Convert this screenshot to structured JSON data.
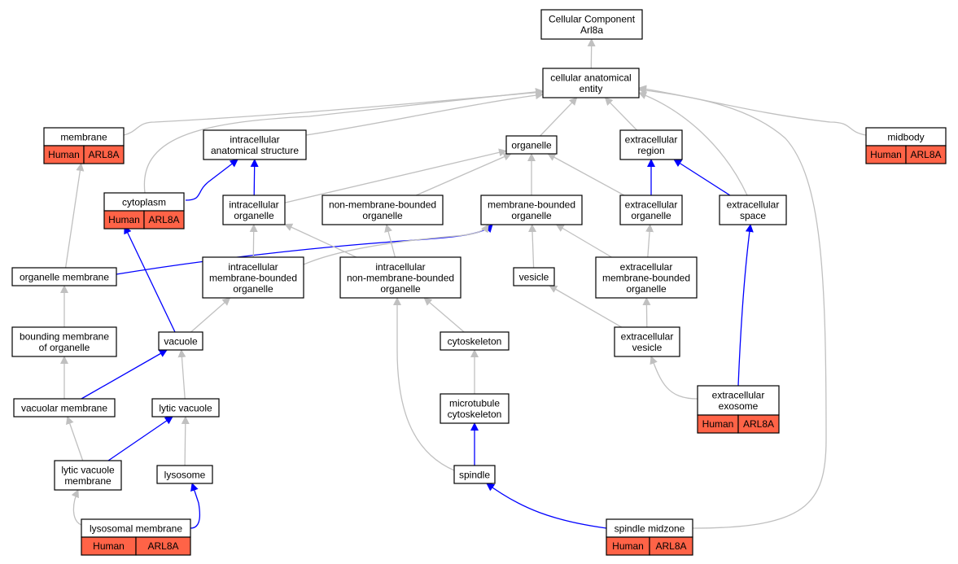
{
  "colors": {
    "gray_edge": "#c0c0c0",
    "blue_edge": "#0000ff",
    "annotation_fill": "#ff6347"
  },
  "nodes": {
    "root": {
      "lines": [
        "Cellular Component",
        "Arl8a"
      ]
    },
    "cellular_anatomical_entity": {
      "lines": [
        "cellular anatomical",
        "entity"
      ]
    },
    "membrane": {
      "lines": [
        "membrane"
      ],
      "annotation": [
        "Human",
        "ARL8A"
      ]
    },
    "intracellular_anatomical_structure": {
      "lines": [
        "intracellular",
        "anatomical structure"
      ]
    },
    "organelle": {
      "lines": [
        "organelle"
      ]
    },
    "extracellular_region": {
      "lines": [
        "extracellular",
        "region"
      ]
    },
    "midbody": {
      "lines": [
        "midbody"
      ],
      "annotation": [
        "Human",
        "ARL8A"
      ]
    },
    "cytoplasm": {
      "lines": [
        "cytoplasm"
      ],
      "annotation": [
        "Human",
        "ARL8A"
      ]
    },
    "intracellular_organelle": {
      "lines": [
        "intracellular",
        "organelle"
      ]
    },
    "non_membrane_bounded_organelle": {
      "lines": [
        "non-membrane-bounded",
        "organelle"
      ]
    },
    "membrane_bounded_organelle": {
      "lines": [
        "membrane-bounded",
        "organelle"
      ]
    },
    "extracellular_organelle": {
      "lines": [
        "extracellular",
        "organelle"
      ]
    },
    "extracellular_space": {
      "lines": [
        "extracellular",
        "space"
      ]
    },
    "organelle_membrane": {
      "lines": [
        "organelle membrane"
      ]
    },
    "intracellular_membrane_bounded_organelle": {
      "lines": [
        "intracellular",
        "membrane-bounded",
        "organelle"
      ]
    },
    "intracellular_non_membrane_bounded_organelle": {
      "lines": [
        "intracellular",
        "non-membrane-bounded",
        "organelle"
      ]
    },
    "vesicle": {
      "lines": [
        "vesicle"
      ]
    },
    "extracellular_membrane_bounded_organelle": {
      "lines": [
        "extracellular",
        "membrane-bounded",
        "organelle"
      ]
    },
    "bounding_membrane_of_organelle": {
      "lines": [
        "bounding membrane",
        "of organelle"
      ]
    },
    "vacuole": {
      "lines": [
        "vacuole"
      ]
    },
    "cytoskeleton": {
      "lines": [
        "cytoskeleton"
      ]
    },
    "extracellular_vesicle": {
      "lines": [
        "extracellular",
        "vesicle"
      ]
    },
    "vacuolar_membrane": {
      "lines": [
        "vacuolar membrane"
      ]
    },
    "lytic_vacuole": {
      "lines": [
        "lytic vacuole"
      ]
    },
    "microtubule_cytoskeleton": {
      "lines": [
        "microtubule",
        "cytoskeleton"
      ]
    },
    "extracellular_exosome": {
      "lines": [
        "extracellular",
        "exosome"
      ],
      "annotation": [
        "Human",
        "ARL8A"
      ]
    },
    "lytic_vacuole_membrane": {
      "lines": [
        "lytic vacuole",
        "membrane"
      ]
    },
    "lysosome": {
      "lines": [
        "lysosome"
      ]
    },
    "spindle": {
      "lines": [
        "spindle"
      ]
    },
    "lysosomal_membrane": {
      "lines": [
        "lysosomal membrane"
      ],
      "annotation": [
        "Human",
        "ARL8A"
      ]
    },
    "spindle_midzone": {
      "lines": [
        "spindle midzone"
      ],
      "annotation": [
        "Human",
        "ARL8A"
      ]
    }
  },
  "edges": [
    {
      "from": "cellular_anatomical_entity",
      "to": "root",
      "kind": "is_a"
    },
    {
      "from": "membrane",
      "to": "cellular_anatomical_entity",
      "kind": "is_a"
    },
    {
      "from": "intracellular_anatomical_structure",
      "to": "cellular_anatomical_entity",
      "kind": "is_a"
    },
    {
      "from": "organelle",
      "to": "cellular_anatomical_entity",
      "kind": "is_a"
    },
    {
      "from": "extracellular_region",
      "to": "cellular_anatomical_entity",
      "kind": "is_a"
    },
    {
      "from": "midbody",
      "to": "cellular_anatomical_entity",
      "kind": "is_a"
    },
    {
      "from": "cytoplasm",
      "to": "cellular_anatomical_entity",
      "kind": "is_a"
    },
    {
      "from": "extracellular_space",
      "to": "cellular_anatomical_entity",
      "kind": "is_a"
    },
    {
      "from": "spindle_midzone",
      "to": "cellular_anatomical_entity",
      "kind": "is_a"
    },
    {
      "from": "cytoplasm",
      "to": "intracellular_anatomical_structure",
      "kind": "part_of"
    },
    {
      "from": "intracellular_organelle",
      "to": "intracellular_anatomical_structure",
      "kind": "part_of"
    },
    {
      "from": "intracellular_organelle",
      "to": "organelle",
      "kind": "is_a"
    },
    {
      "from": "non_membrane_bounded_organelle",
      "to": "organelle",
      "kind": "is_a"
    },
    {
      "from": "membrane_bounded_organelle",
      "to": "organelle",
      "kind": "is_a"
    },
    {
      "from": "extracellular_organelle",
      "to": "organelle",
      "kind": "is_a"
    },
    {
      "from": "extracellular_organelle",
      "to": "extracellular_region",
      "kind": "part_of"
    },
    {
      "from": "extracellular_space",
      "to": "extracellular_region",
      "kind": "part_of"
    },
    {
      "from": "organelle_membrane",
      "to": "membrane",
      "kind": "is_a"
    },
    {
      "from": "organelle_membrane",
      "to": "membrane_bounded_organelle",
      "kind": "part_of"
    },
    {
      "from": "intracellular_membrane_bounded_organelle",
      "to": "intracellular_organelle",
      "kind": "is_a"
    },
    {
      "from": "intracellular_membrane_bounded_organelle",
      "to": "membrane_bounded_organelle",
      "kind": "is_a"
    },
    {
      "from": "intracellular_non_membrane_bounded_organelle",
      "to": "intracellular_organelle",
      "kind": "is_a"
    },
    {
      "from": "intracellular_non_membrane_bounded_organelle",
      "to": "non_membrane_bounded_organelle",
      "kind": "is_a"
    },
    {
      "from": "vesicle",
      "to": "membrane_bounded_organelle",
      "kind": "is_a"
    },
    {
      "from": "extracellular_membrane_bounded_organelle",
      "to": "membrane_bounded_organelle",
      "kind": "is_a"
    },
    {
      "from": "extracellular_membrane_bounded_organelle",
      "to": "extracellular_organelle",
      "kind": "is_a"
    },
    {
      "from": "bounding_membrane_of_organelle",
      "to": "organelle_membrane",
      "kind": "is_a"
    },
    {
      "from": "vacuole",
      "to": "intracellular_membrane_bounded_organelle",
      "kind": "is_a"
    },
    {
      "from": "vacuole",
      "to": "cytoplasm",
      "kind": "part_of"
    },
    {
      "from": "cytoskeleton",
      "to": "intracellular_non_membrane_bounded_organelle",
      "kind": "is_a"
    },
    {
      "from": "extracellular_vesicle",
      "to": "vesicle",
      "kind": "is_a"
    },
    {
      "from": "extracellular_vesicle",
      "to": "extracellular_membrane_bounded_organelle",
      "kind": "is_a"
    },
    {
      "from": "vacuolar_membrane",
      "to": "bounding_membrane_of_organelle",
      "kind": "is_a"
    },
    {
      "from": "vacuolar_membrane",
      "to": "vacuole",
      "kind": "part_of"
    },
    {
      "from": "lytic_vacuole",
      "to": "vacuole",
      "kind": "is_a"
    },
    {
      "from": "microtubule_cytoskeleton",
      "to": "cytoskeleton",
      "kind": "is_a"
    },
    {
      "from": "extracellular_exosome",
      "to": "extracellular_vesicle",
      "kind": "is_a"
    },
    {
      "from": "extracellular_exosome",
      "to": "extracellular_space",
      "kind": "part_of"
    },
    {
      "from": "lytic_vacuole_membrane",
      "to": "vacuolar_membrane",
      "kind": "is_a"
    },
    {
      "from": "lytic_vacuole_membrane",
      "to": "lytic_vacuole",
      "kind": "part_of"
    },
    {
      "from": "lysosome",
      "to": "lytic_vacuole",
      "kind": "is_a"
    },
    {
      "from": "spindle",
      "to": "intracellular_non_membrane_bounded_organelle",
      "kind": "is_a"
    },
    {
      "from": "spindle",
      "to": "microtubule_cytoskeleton",
      "kind": "part_of"
    },
    {
      "from": "lysosomal_membrane",
      "to": "lytic_vacuole_membrane",
      "kind": "is_a"
    },
    {
      "from": "lysosomal_membrane",
      "to": "lysosome",
      "kind": "part_of"
    },
    {
      "from": "spindle_midzone",
      "to": "spindle",
      "kind": "part_of"
    }
  ]
}
